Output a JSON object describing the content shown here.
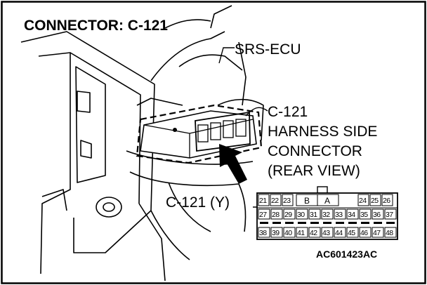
{
  "title": "CONNECTOR: C-121",
  "labels": {
    "ecu": "SRS-ECU",
    "callout_line1": "C-121",
    "callout_line2": "HARNESS SIDE",
    "callout_line3": "CONNECTOR",
    "callout_line4": "(REAR VIEW)",
    "connector_id": "C-121 (Y)"
  },
  "pinout": {
    "row1_left": [
      "21",
      "22",
      "23"
    ],
    "row1_mid": [
      "B",
      "A"
    ],
    "row1_right": [
      "24",
      "25",
      "26"
    ],
    "row2": [
      "27",
      "28",
      "29",
      "30",
      "31",
      "32",
      "33",
      "34",
      "35",
      "36",
      "37"
    ],
    "row3": [
      "38",
      "39",
      "40",
      "41",
      "42",
      "43",
      "44",
      "45",
      "46",
      "47",
      "48"
    ]
  },
  "figure_code": "AC601423AC"
}
